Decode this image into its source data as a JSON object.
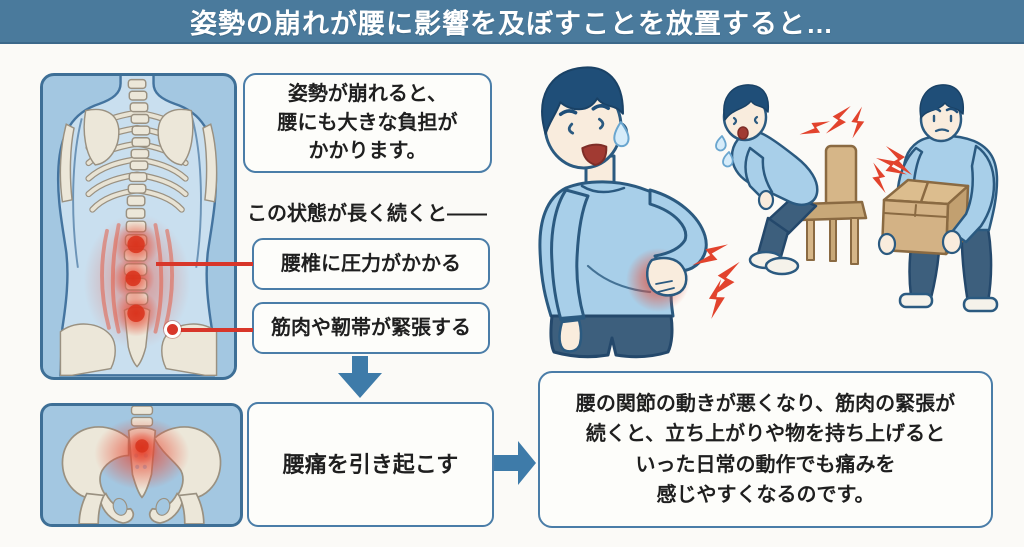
{
  "title": "姿勢の崩れが腰に影響を及ぼすことを放置すると…",
  "flow": {
    "intro_text": "姿勢が崩れると、\n腰にも大きな負担が\nかかります。",
    "condition_label": "この状態が長く続くと――",
    "causes": [
      "腰椎に圧力がかかる",
      "筋肉や靭帯が緊張する"
    ],
    "result_text": "腰痛を引き起こす"
  },
  "conclusion_text": "腰の関節の動きが悪くなり、筋肉の緊張が\n続くと、立ち上がりや物を持ち上げると\nいった日常の動作でも痛みを\n感じやすくなるのです。",
  "illustrations": {
    "back_anatomy": "back-view-skeleton-with-lumbar-pain-highlight",
    "pelvis_anatomy": "pelvis-with-sacrum-pain-highlight",
    "person_1": "man-holding-painful-lower-back",
    "person_2": "man-standing-up-from-chair-with-back-pain",
    "person_3": "man-lifting-cardboard-box-with-back-pain",
    "pain_icon": "red-lightning-bolts"
  },
  "colors": {
    "header_bg": "#4a7a9c",
    "page_bg": "#fbfaf7",
    "panel_bg": "#a3c7e1",
    "panel_border": "#3e6f96",
    "box_bg": "#fdfdfa",
    "box_border": "#4a7da8",
    "arrow_blue": "#3e7ba9",
    "pain_red": "#e0432d",
    "text": "#1f1f1f"
  }
}
